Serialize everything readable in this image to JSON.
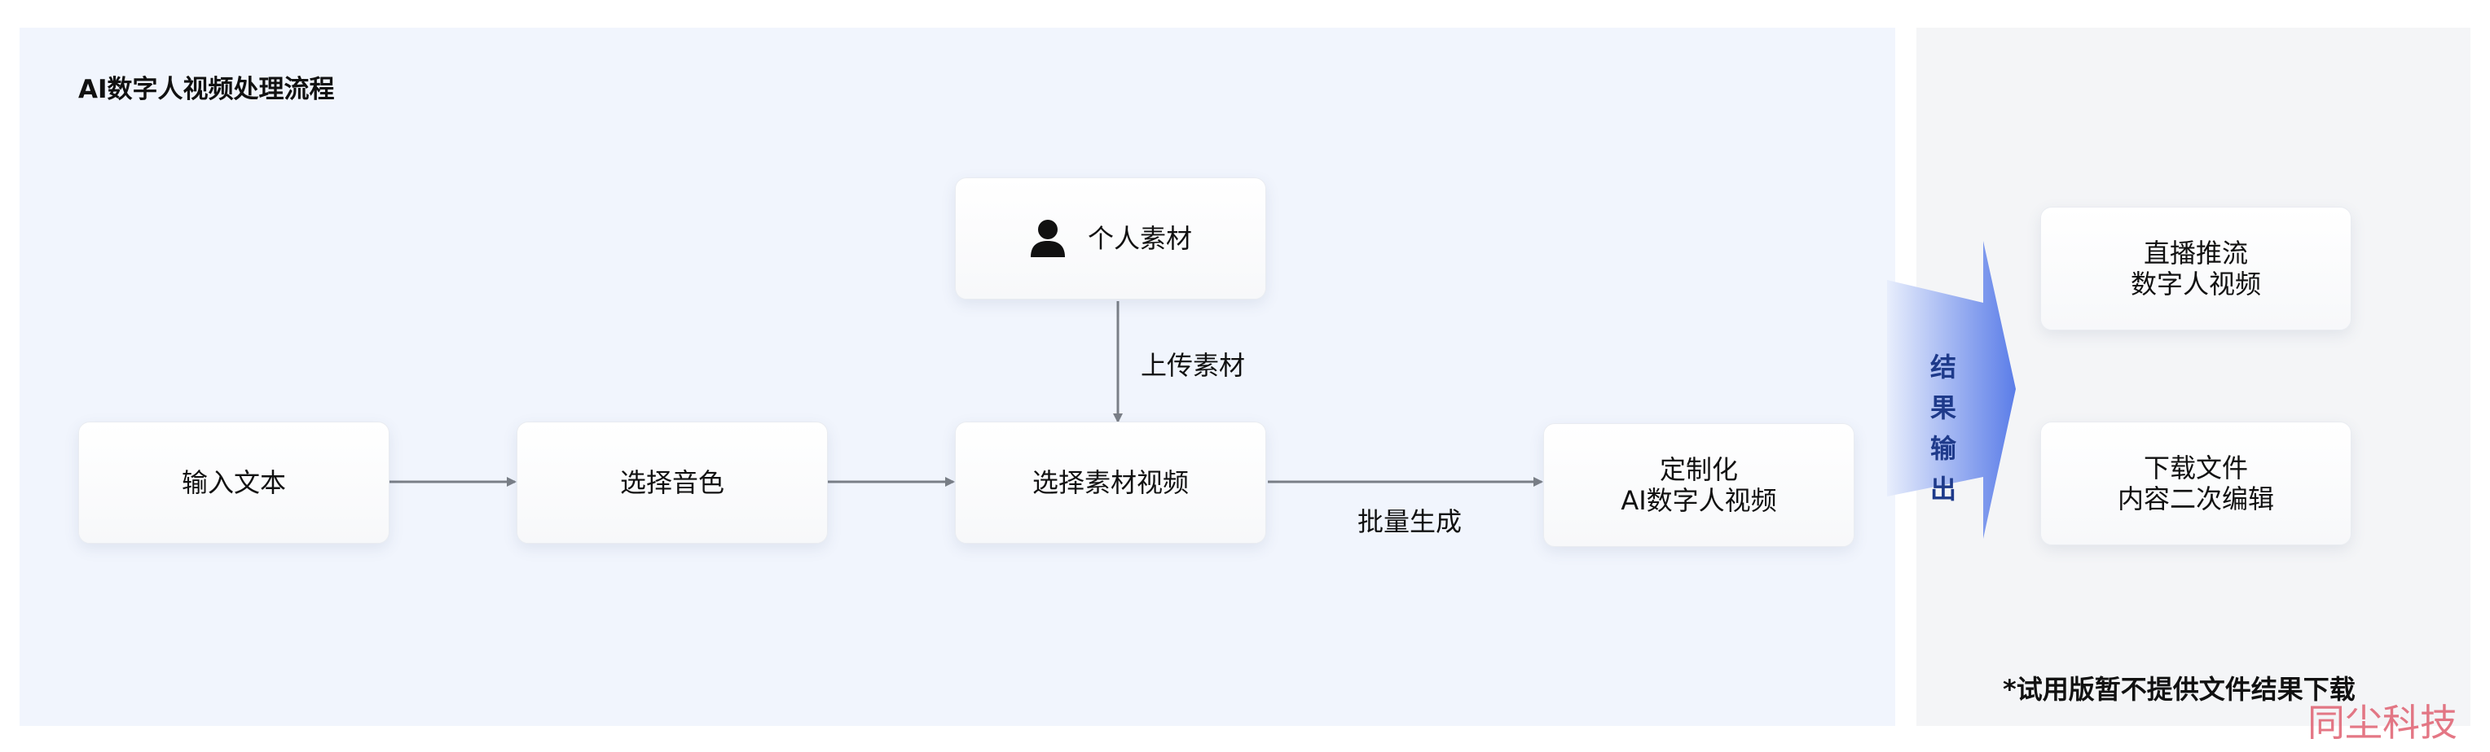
{
  "title": "AI数字人视频处理流程",
  "nodes": {
    "personal_material": "个人素材",
    "input_text": "输入文本",
    "select_voice": "选择音色",
    "select_material_video": "选择素材视频",
    "custom_line1": "定制化",
    "custom_line2": "AI数字人视频",
    "live_line1": "直播推流",
    "live_line2": "数字人视频",
    "download_line1": "下载文件",
    "download_line2": "内容二次编辑"
  },
  "edges": {
    "upload_material": "上传素材",
    "batch_generate": "批量生成"
  },
  "output": {
    "line1": "结果",
    "line2": "输出"
  },
  "note": "*试用版暂不提供文件结果下载",
  "watermark": "同尘科技",
  "colors": {
    "main_panel": "#f1f5fd",
    "output_panel": "#f4f5f7",
    "arrow": "#7a7f87",
    "output_label": "#1e3a8a",
    "big_arrow_start": "#e8eefc",
    "big_arrow_end": "#5b7de8"
  },
  "icons": {
    "personal_material": "user-icon"
  }
}
